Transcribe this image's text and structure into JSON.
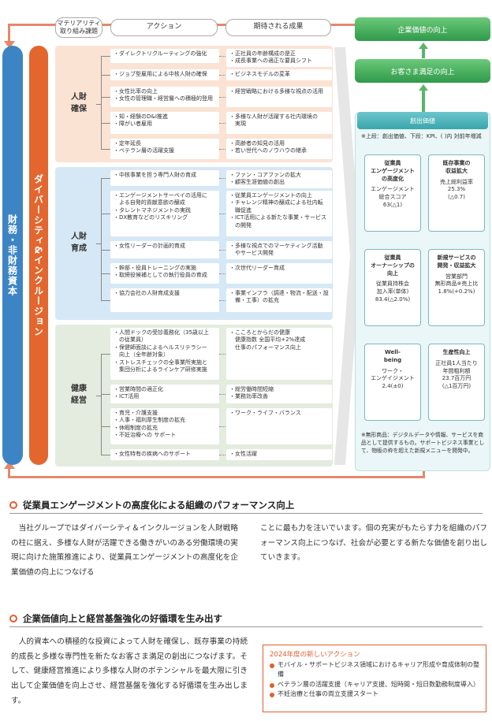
{
  "bars": {
    "capital": "財務・非財務資本",
    "diversity": "ダイバーシティ&インクルージョン"
  },
  "headers": {
    "issue": "マテリアリティ\n取り組み課題",
    "action": "アクション",
    "result": "期待される成果"
  },
  "groups": [
    {
      "title": "人財\n確保",
      "rows": [
        {
          "action": "・ダイレクトリクルーティングの強化",
          "result": "・正社員の年齢構成の是正\n・成長事業への適正な要員シフト"
        },
        {
          "action": "・ジョブ型雇用による中核人財の確保",
          "result": "・ビジネスモデルの変革"
        },
        {
          "action": "・女性比率の向上\n・女性の管理職・経営層への積極的登用",
          "result": "・経営戦略における多様な視点の活用"
        },
        {
          "action": "・知・経験のD&I推進\n・障がい者雇用",
          "result": "・多様な人財が活躍する社内環境の\n　実現"
        },
        {
          "action": "・定年延長\n・ベテラン層の活躍支援",
          "result": "・高齢者の知見の活用\n・若い世代へのノウハウの継承"
        }
      ]
    },
    {
      "title": "人財\n育成",
      "rows": [
        {
          "action": "・中核事業を担う専門人財の育成",
          "result": "・ファン・コアファンの拡大\n・顧客生涯価値の創出"
        },
        {
          "action": "・エンゲージメントサーベイの活用に\n　よる自発的貢献意欲の醸成\n・タレントマネジメントの実践\n・DX教育などのリスキリング",
          "result": "・従業員エンゲージメントの向上\n・チャレンジ精神の醸成による社内転\n　職促進\n・ICT活用による新たな事業・サービス\n　の開発"
        },
        {
          "action": "・女性リーダーの計画的育成",
          "result": "・多様な視点でのマーケティング活動\n　やサービス開発"
        },
        {
          "action": "・幹部・役員トレーニングの実施\n・取締役候補としての執行役員の育成",
          "result": "・次世代リーダー育成"
        },
        {
          "action": "・協力会社の人財育成支援",
          "result": "・事業インフラ（調達・物流・配送・設\n　備・工事）の拡充"
        }
      ]
    },
    {
      "title": "健康\n経営",
      "rows": [
        {
          "action": "・人間ドックの受診義務化（35歳以上\n　の従業員）\n・保健師面談によるヘルスリテラシー\n　向上（全年齢対象）\n・ストレスチェックの全事業所実施と\n　集団分析によるラインケア研修実施",
          "result": "・こころとからだの健康\n　健康指数 全国平均+2%達成\n　仕事のパフォーマンス向上"
        },
        {
          "action": "・営業時間の適正化\n・ICT活用",
          "result": "・総労働時間短縮\n・業務効率改善"
        },
        {
          "action": "・育児・介護支援\n・人事・福利厚生制度の拡充\n・休暇制度の拡充\n・不妊治療への サポート",
          "result": "・ワーク・ライフ・バランス"
        },
        {
          "action": "・女性特有の疾病へのサポート",
          "result": "・女性活躍"
        }
      ]
    }
  ],
  "right": {
    "top_button": "企業価値の向上",
    "mid_button": "お客さま満足の向上",
    "panel_title": "創出価値",
    "panel_note": "※上段：創出価値、下段：KPI、( )内 対前年増減",
    "cards": [
      {
        "title": "従業員\nエンゲージメント\nの高度化",
        "kpi": "エンゲージメント\n総合スコア\n63(△1)"
      },
      {
        "title": "既存事業の\n収益拡大",
        "kpi": "売上総利益率\n25.3%\n(△0.7)"
      },
      {
        "title": "従業員\nオーナーシップの\n向上",
        "kpi": "従業員持株会\n加入率(単体)\n83.4(△2.0%)"
      },
      {
        "title": "新規サービスの\n開発・収益拡大",
        "kpi": "営業部門\n無形商品※売上比\n1.8%(+0.2%)"
      },
      {
        "title": "Well-\nbeing",
        "kpi": "ワーク・\nエンゲイジメント\n2.4(±0)"
      },
      {
        "title": "生産性向上",
        "kpi": "正社員1人当たり\n年間粗利額\n23.7百万円\n(△1百万円)"
      }
    ],
    "footnote": "※無形商品：デジタルデータや情報、サービスを商品として提供するもの。サポートビジネス事業として、物販の枠を超えた新規メニューを開発中。"
  },
  "section1": {
    "title": "従業員エンゲージメントの高度化による組織のパフォーマンス向上",
    "left": "　当社グループではダイバーシティ＆インクルージョンを人財戦略の柱に据え、多様な人財が活躍できる働きがいのある労働環境の実現に向けた施策推進により、従業員エンゲージメントの高度化を企業価値の向上につなげる",
    "right": "ことに最も力を注いでいます。個の充実がもたらす力を組織のパフォーマンス向上につなげ、社会が必要とする新たな価値を創り出していきます。"
  },
  "section2": {
    "title": "企業価値向上と経営基盤強化の好循環を生み出す",
    "body": "　人的資本への積極的な投資によって人財を確保し、既存事業の持続的成長と多様な専門性を新たなお客さま満足の創出につなげます。そして、健康経営推進により多様な人財のポテンシャルを最大限に引き出して企業価値を向上させ、経営基盤を強化する好循環を生み出します。",
    "box_title": "2024年度の新しいアクション",
    "box_items": [
      "モバイル・サポートビジネス領域におけるキャリア形成や育成体制の整備",
      "ベテラン層の活躍支援（キャリア支援、短時間・短日数勤務制度導入）",
      "不妊治療と仕事の両立支援スタート"
    ]
  },
  "colors": {
    "orange": "#e3662f",
    "capital_blue": "#3d84c5",
    "g1": "#fbe3d4",
    "g2": "#d6e8f5",
    "g3": "#e3ecde"
  }
}
